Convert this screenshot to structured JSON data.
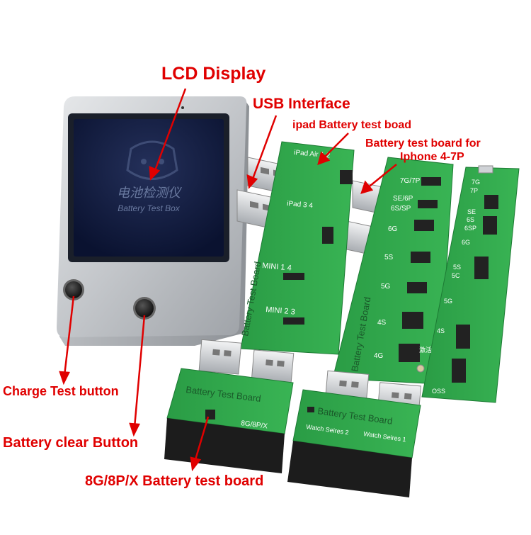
{
  "callouts": {
    "lcd_display": "LCD Display",
    "usb_interface": "USB Interface",
    "ipad_board": "ipad Battery test boad",
    "iphone_board_line1": "Battery test board for",
    "iphone_board_line2": "Iphone 4-7P",
    "charge_button": "Charge Test button",
    "clear_button": "Battery clear Button",
    "eight_g_board": "8G/8P/X Battery test board"
  },
  "device": {
    "screen_cn": "电池检测仪",
    "screen_en": "Battery Test Box"
  },
  "ipad_board": {
    "title": "Battery Test Board",
    "labels": [
      "iPad Air 1 2",
      "iPad 3 4",
      "MINI 1 4",
      "MINI 2 3"
    ]
  },
  "iphone_board": {
    "title": "Battery Test Board",
    "labels": [
      "7G/7P",
      "SE/6P",
      "6S/SP",
      "6G",
      "5S",
      "5G",
      "4S",
      "4G"
    ]
  },
  "narrow_board": {
    "labels": [
      "7G",
      "7P",
      "SE",
      "6S",
      "6SP",
      "6G",
      "5S",
      "5C",
      "5G",
      "4S",
      "激活",
      "OSS"
    ]
  },
  "eight_board": {
    "title": "Battery Test Board",
    "label": "8G/8P/X"
  },
  "watch_board": {
    "title": "Battery Test Board",
    "label_2": "Watch Seires 2",
    "label_1": "Watch Seires 1"
  },
  "colors": {
    "callout": "#e00000",
    "pcb": "#2fa84a",
    "aluminum": "#c8cbcf",
    "screen": "#101a3a"
  }
}
